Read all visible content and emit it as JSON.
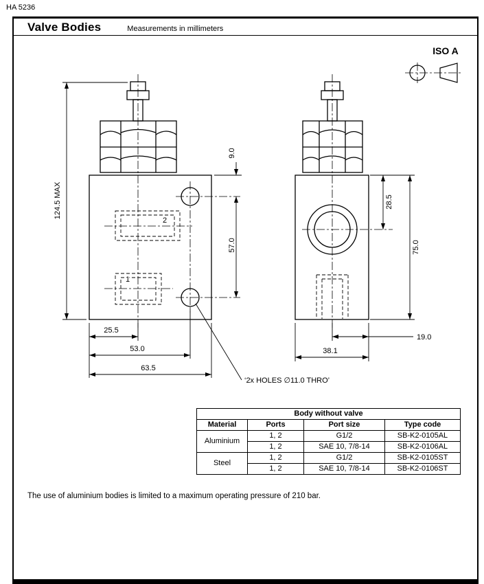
{
  "page": {
    "doc_number": "HA 5236",
    "title": "Valve Bodies",
    "subtitle": "Measurements in millimeters",
    "projection_label": "ISO A",
    "note": "The use of aluminium bodies is limited to a maximum operating pressure of 210 bar."
  },
  "drawing": {
    "front_view": {
      "dim_height_max": "124.5 MAX",
      "dim_hole_to_top": "9.0",
      "dim_hole_spacing": "57.0",
      "dim_port_center": "25.5",
      "dim_hole_center": "53.0",
      "dim_width": "63.5",
      "port_label_1": "1",
      "port_label_2": "2",
      "holes_note": "‘2x HOLES ∅11.0 THRO’"
    },
    "side_view": {
      "dim_port_to_top": "28.5",
      "dim_height": "75.0",
      "dim_center_to_edge": "19.0",
      "dim_width": "38.1"
    }
  },
  "table": {
    "title": "Body without valve",
    "headers": [
      "Material",
      "Ports",
      "Port size",
      "Type code"
    ],
    "groups": [
      {
        "material": "Aluminium",
        "rows": [
          {
            "ports": "1, 2",
            "port_size": "G1/2",
            "type_code": "SB-K2-0105AL"
          },
          {
            "ports": "1, 2",
            "port_size": "SAE 10, 7/8-14",
            "type_code": "SB-K2-0106AL"
          }
        ]
      },
      {
        "material": "Steel",
        "rows": [
          {
            "ports": "1, 2",
            "port_size": "G1/2",
            "type_code": "SB-K2-0105ST"
          },
          {
            "ports": "1, 2",
            "port_size": "SAE 10, 7/8-14",
            "type_code": "SB-K2-0106ST"
          }
        ]
      }
    ]
  }
}
